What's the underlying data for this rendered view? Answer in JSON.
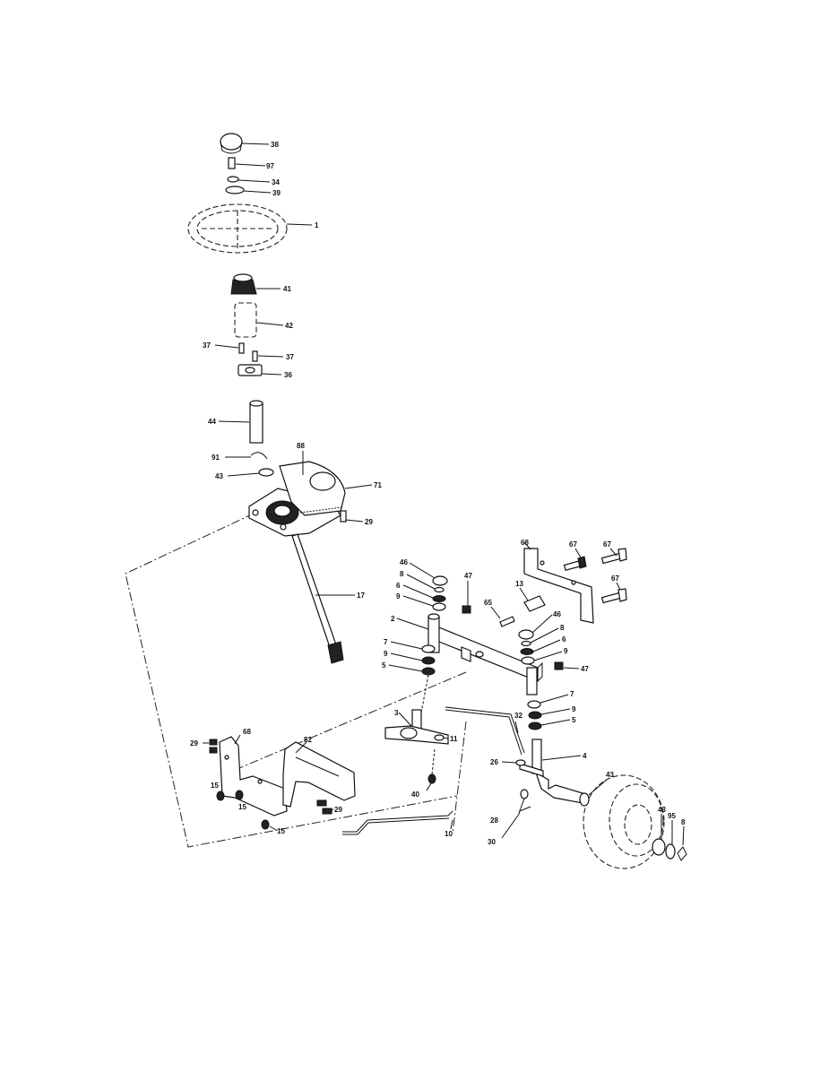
{
  "labels": {
    "l38": "38",
    "l97": "97",
    "l34": "34",
    "l39": "39",
    "l1": "1",
    "l41": "41",
    "l42": "42",
    "l37a": "37",
    "l37b": "37",
    "l36": "36",
    "l44": "44",
    "l91": "91",
    "l43a": "43",
    "l88": "88",
    "l71": "71",
    "l29a": "29",
    "l17": "17",
    "l46a": "46",
    "l8a": "8",
    "l6a": "6",
    "l9a": "9",
    "l47a": "47",
    "l65": "65",
    "l13": "13",
    "l68a": "68",
    "l67a": "67",
    "l67b": "67",
    "l67c": "67",
    "l2": "2",
    "l7a": "7",
    "l9b": "9",
    "l5a": "5",
    "l46b": "46",
    "l8b": "8",
    "l6b": "6",
    "l9c": "9",
    "l47b": "47",
    "l7b": "7",
    "l9d": "9",
    "l5b": "5",
    "l4": "4",
    "l3": "3",
    "l11": "11",
    "l32": "32",
    "l26": "26",
    "l40": "40",
    "l28": "28",
    "l30": "30",
    "l10": "10",
    "l43b": "43",
    "l43c": "43",
    "l95": "95",
    "l8c": "8",
    "l68b": "68",
    "l82": "82",
    "l29b": "29",
    "l29c": "29",
    "l15a": "15",
    "l15b": "15",
    "l15c": "15"
  }
}
